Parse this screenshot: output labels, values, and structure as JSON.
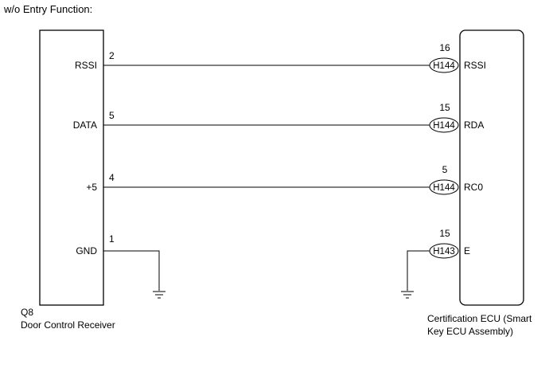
{
  "title": "w/o Entry Function:",
  "left_component": {
    "code": "Q8",
    "name": "Door Control Receiver",
    "pins": [
      {
        "label": "RSSI",
        "number": "2"
      },
      {
        "label": "DATA",
        "number": "5"
      },
      {
        "label": "+5",
        "number": "4"
      },
      {
        "label": "GND",
        "number": "1"
      }
    ]
  },
  "right_component": {
    "name_line1": "Certification ECU (Smart",
    "name_line2": "Key ECU Assembly)",
    "pins": [
      {
        "label": "RSSI",
        "number": "16",
        "connector": "H144"
      },
      {
        "label": "RDA",
        "number": "15",
        "connector": "H144"
      },
      {
        "label": "RC0",
        "number": "5",
        "connector": "H144"
      },
      {
        "label": "E",
        "number": "15",
        "connector": "H143"
      }
    ]
  },
  "icons": {
    "ground_left": "ground-icon",
    "ground_right": "ground-icon"
  }
}
